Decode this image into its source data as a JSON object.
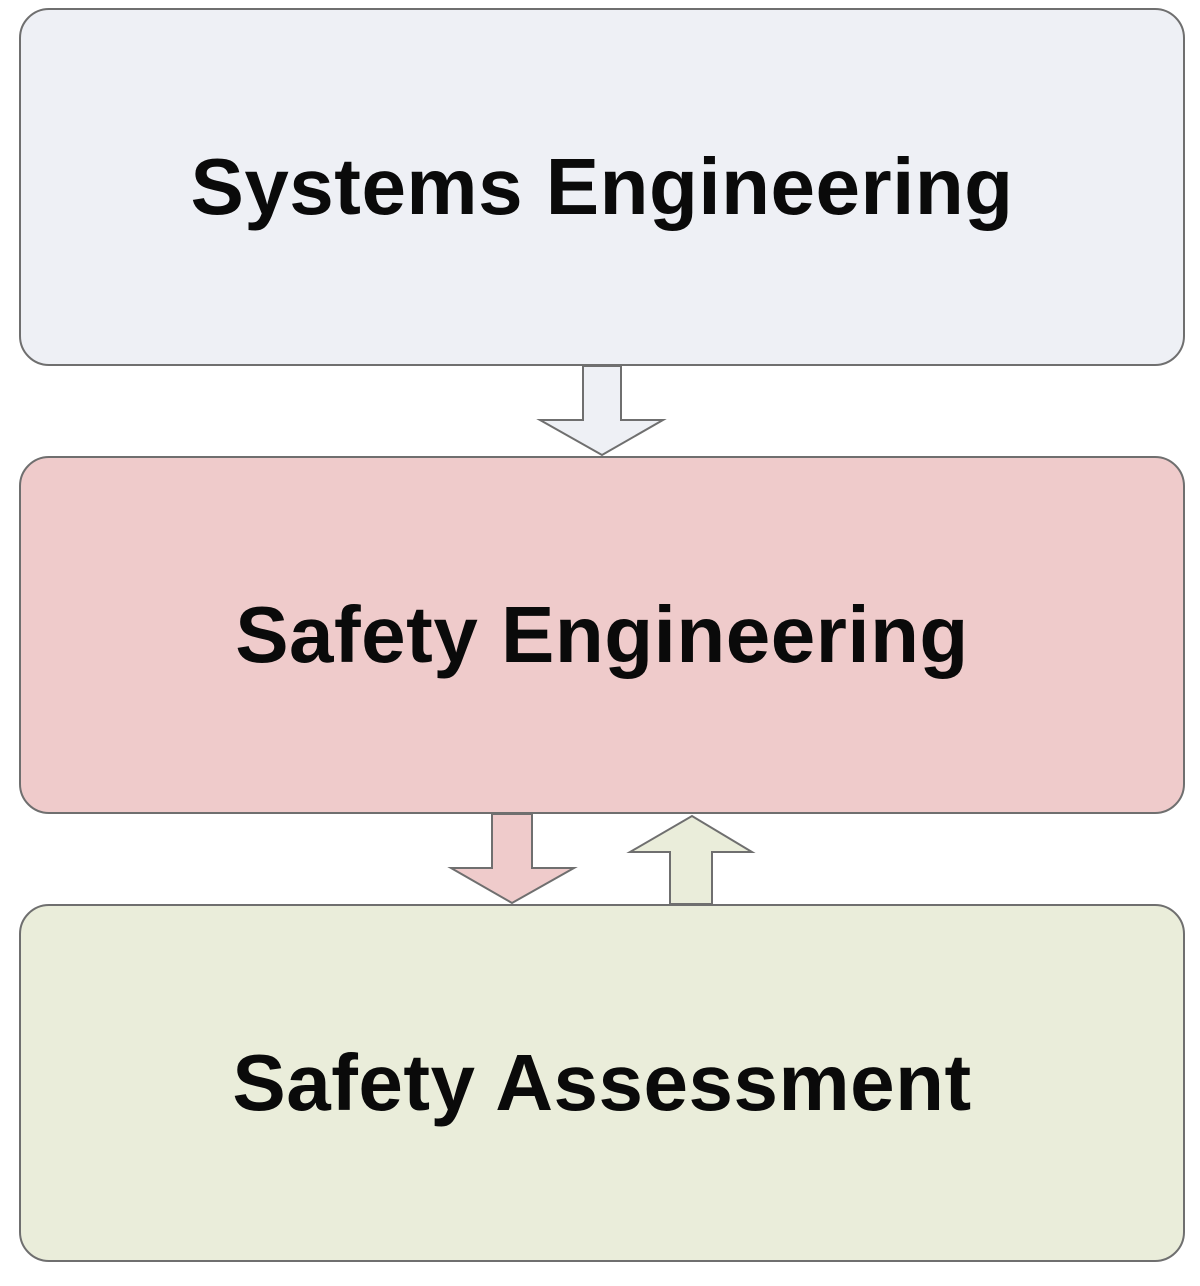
{
  "boxes": [
    {
      "id": "systems",
      "label": "Systems Engineering",
      "color": "#eef0f5"
    },
    {
      "id": "safety_engineering",
      "label": "Safety Engineering",
      "color": "#efcbcb"
    },
    {
      "id": "safety_assessment",
      "label": "Safety Assessment",
      "color": "#eaedda"
    }
  ],
  "arrows": [
    {
      "from": "systems",
      "to": "safety_engineering",
      "direction": "down",
      "color": "#eef0f5"
    },
    {
      "from": "safety_engineering",
      "to": "safety_assessment",
      "direction": "down",
      "color": "#efcbcb"
    },
    {
      "from": "safety_assessment",
      "to": "safety_engineering",
      "direction": "up",
      "color": "#eaedda"
    }
  ],
  "border_color": "#6f6f6f"
}
